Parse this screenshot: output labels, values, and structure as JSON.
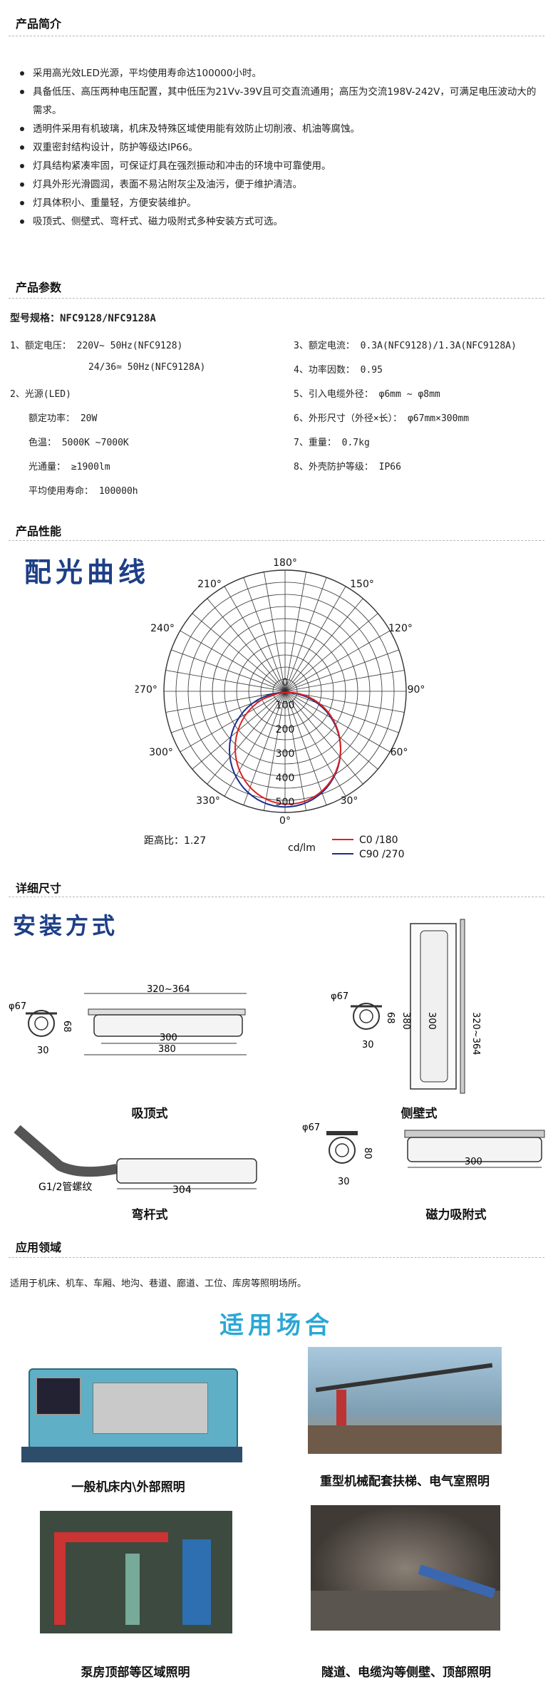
{
  "sections": {
    "intro": "产品简介",
    "params": "产品参数",
    "performance": "产品性能",
    "dimensions": "详细尺寸",
    "application": "应用领域"
  },
  "intro_bullets": [
    "采用高光效LED光源，平均使用寿命达100000小时。",
    "具备低压、高压两种电压配置，其中低压为21Vv-39V且可交直流通用；高压为交流198V-242V，可满足电压波动大的需求。",
    "透明件采用有机玻璃，机床及特殊区域使用能有效防止切削液、机油等腐蚀。",
    "双重密封结构设计，防护等级达IP66。",
    "灯具结构紧凑牢固，可保证灯具在强烈振动和冲击的环境中可靠使用。",
    "灯具外形光滑圆润，表面不易沾附灰尘及油污，便于维护清洁。",
    "灯具体积小、重量轻，方便安装维护。",
    "吸顶式、侧壁式、弯杆式、磁力吸附式多种安装方式可选。"
  ],
  "model": "型号规格：NFC9128/NFC9128A",
  "params_left": {
    "p1": "1、额定电压：  220V~   50Hz(NFC9128)",
    "p1b": "24/36≃  50Hz(NFC9128A)",
    "p2": "2、光源(LED)",
    "p2a": "额定功率：  20W",
    "p2b": "色温：  5000K ~7000K",
    "p2c": "光通量：  ≥1900lm",
    "p2d": "平均使用寿命：  100000h"
  },
  "params_right": {
    "p3": "3、额定电流：  0.3A(NFC9128)/1.3A(NFC9128A)",
    "p4": "4、功率因数：  0.95",
    "p5": "5、引入电缆外径：  φ6mm ~ φ8mm",
    "p6": "6、外形尺寸（外径×长）：  φ67mm×300mm",
    "p7": "7、重量：  0.7kg",
    "p8": "8、外壳防护等级：  IP66"
  },
  "polar": {
    "title": "配光曲线",
    "angle_labels": [
      "180°",
      "150°",
      "120°",
      "90°",
      "60°",
      "30°",
      "0°",
      "330°",
      "300°",
      "270°",
      "240°",
      "210°"
    ],
    "radial_labels": [
      "0",
      "100",
      "200",
      "300",
      "400",
      "500"
    ],
    "ratio": "距高比：1.27",
    "unit": "cd/lm",
    "legend_c0": "C0 /180",
    "legend_c90": "C90 /270",
    "color_c0": "#e02020",
    "color_c90": "#1a2f8c"
  },
  "install": {
    "title": "安装方式",
    "ceiling": {
      "label": "吸顶式",
      "phi": "φ67",
      "h": "68",
      "w": "30",
      "len1": "320~364",
      "len2": "300",
      "len3": "380"
    },
    "wall": {
      "label": "侧壁式",
      "phi": "φ67",
      "h": "68",
      "w": "30",
      "v1": "380",
      "v2": "300",
      "v3": "320~364"
    },
    "bent": {
      "label": "弯杆式",
      "thread": "G1/2管螺纹",
      "len": "304"
    },
    "magnetic": {
      "label": "磁力吸附式",
      "phi": "φ67",
      "h": "80",
      "w": "30",
      "len": "300"
    }
  },
  "application": {
    "text": "适用于机床、机车、车厢、地沟、巷道、廊道、工位、库房等照明场所。",
    "title": "适用场合",
    "captions": [
      "一般机床内\\外部照明",
      "重型机械配套扶梯、电气室照明",
      "泵房顶部等区域照明",
      "隧道、电缆沟等侧壁、顶部照明"
    ]
  }
}
